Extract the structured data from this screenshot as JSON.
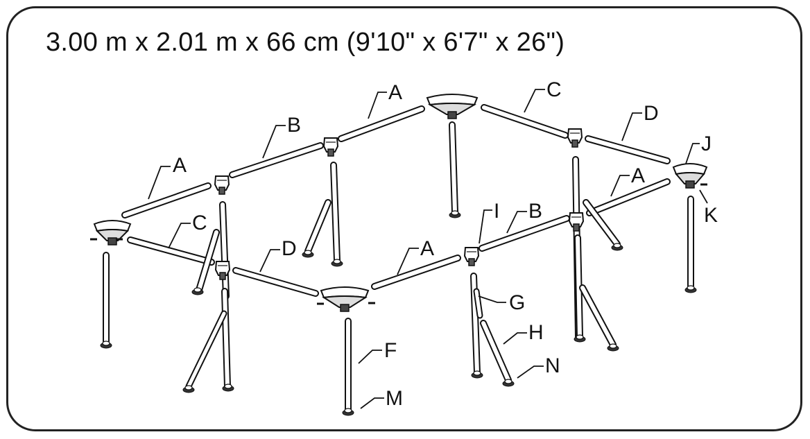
{
  "title": "3.00 m x 2.01 m x 66 cm (9'10\" x 6'7\" x 26\")",
  "labels": {
    "A": "A",
    "B": "B",
    "C": "C",
    "D": "D",
    "F": "F",
    "G": "G",
    "H": "H",
    "I": "I",
    "J": "J",
    "K": "K",
    "M": "M",
    "N": "N"
  }
}
